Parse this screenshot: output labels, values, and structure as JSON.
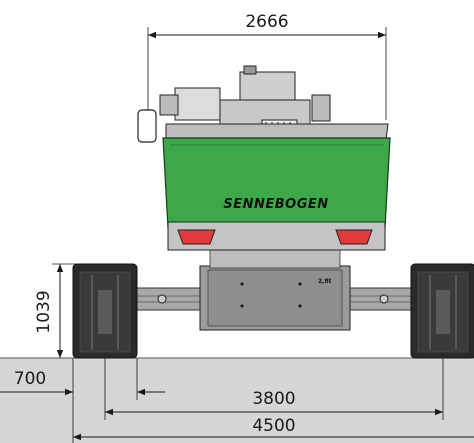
{
  "drawing": {
    "brand_label": "SENNEBOGEN",
    "plate_label": "2,8t",
    "body_color": "#3da84a",
    "ground_color": "#d6d6d6",
    "dimensions": {
      "top_width": "2666",
      "height": "1039",
      "track_width": "700",
      "track_gauge": "3800",
      "overall_width": "4500"
    }
  }
}
